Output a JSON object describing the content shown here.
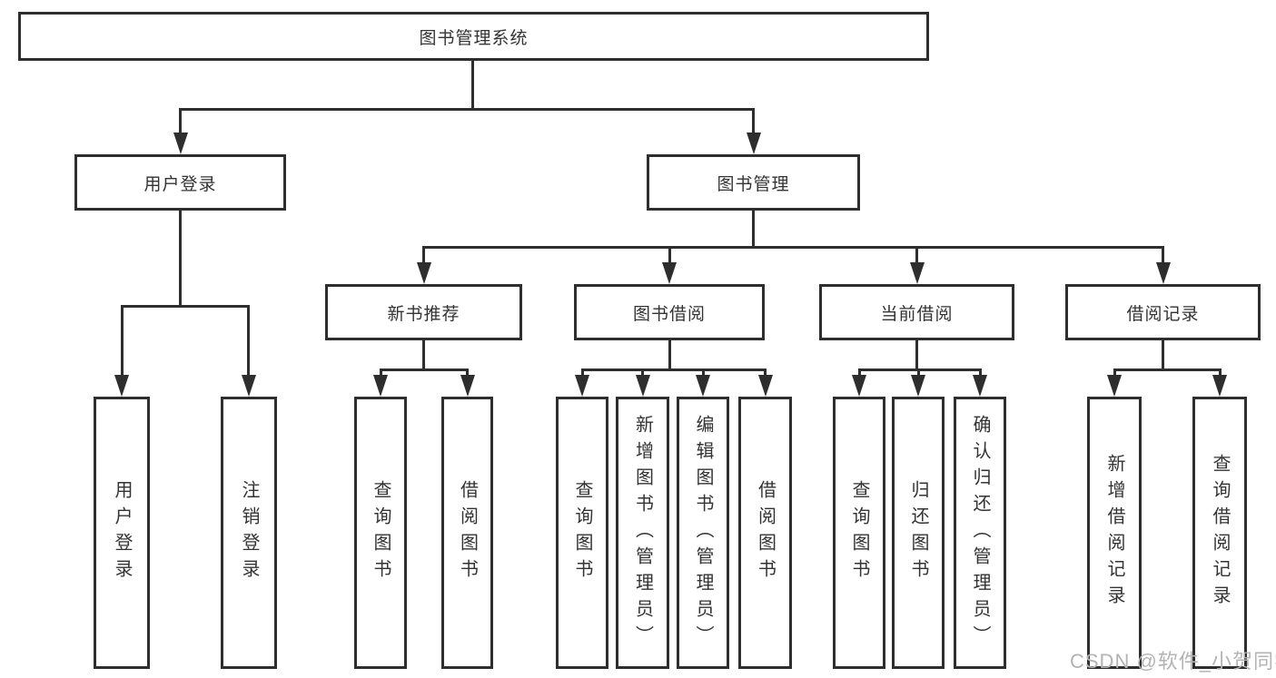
{
  "colors": {
    "line": "#2e2e2e",
    "text": "#333333",
    "watermark": "#b3b3b3",
    "background": "#ffffff"
  },
  "tree": {
    "root": {
      "label": "图书管理系统"
    },
    "branches": [
      {
        "label": "用户登录",
        "children": [
          {
            "label": "用户登录"
          },
          {
            "label": "注销登录"
          }
        ]
      },
      {
        "label": "图书管理",
        "children": [
          {
            "label": "新书推荐",
            "children": [
              {
                "label": "查询图书"
              },
              {
                "label": "借阅图书"
              }
            ]
          },
          {
            "label": "图书借阅",
            "children": [
              {
                "label": "查询图书"
              },
              {
                "label": "新增图书（管理员）"
              },
              {
                "label": "编辑图书（管理员）"
              },
              {
                "label": "借阅图书"
              }
            ]
          },
          {
            "label": "当前借阅",
            "children": [
              {
                "label": "查询图书"
              },
              {
                "label": "归还图书"
              },
              {
                "label": "确认归还（管理员）"
              }
            ]
          },
          {
            "label": "借阅记录",
            "children": [
              {
                "label": "新增借阅记录"
              },
              {
                "label": "查询借阅记录"
              }
            ]
          }
        ]
      }
    ]
  },
  "watermark": {
    "text": "CSDN @软件_小贺同学"
  }
}
